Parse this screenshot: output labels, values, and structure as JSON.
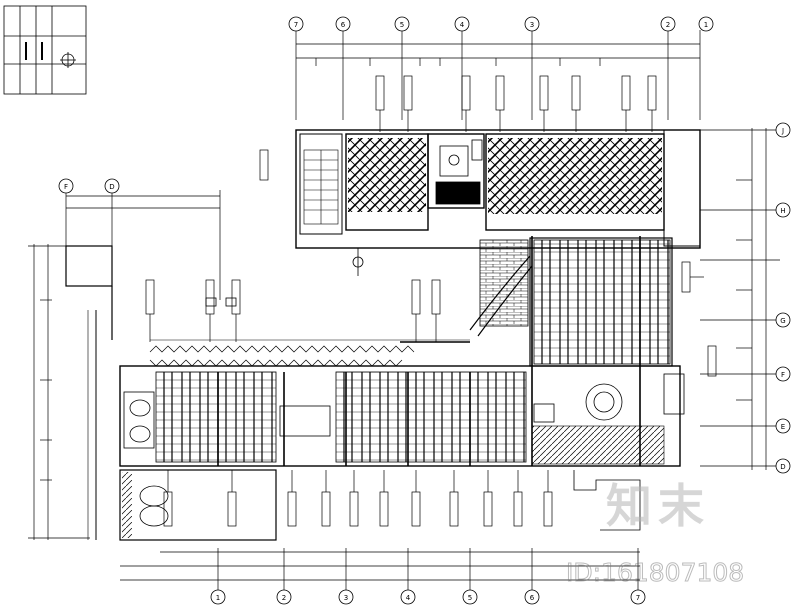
{
  "grid_axes": {
    "top": [
      "7",
      "6",
      "5",
      "4",
      "3",
      "2",
      "1"
    ],
    "bottom": [
      "1",
      "2",
      "3",
      "4",
      "5",
      "6",
      "7"
    ],
    "right": [
      "J",
      "H",
      "G",
      "F",
      "E",
      "D"
    ],
    "left": [
      "F",
      "D"
    ]
  },
  "title_block": {
    "rows": [
      "",
      "",
      "",
      ""
    ]
  },
  "watermark": {
    "logo": "知末",
    "id": "ID:161807108"
  },
  "colors": {
    "line": "#000000",
    "hatch": "#000000",
    "background": "#ffffff"
  }
}
